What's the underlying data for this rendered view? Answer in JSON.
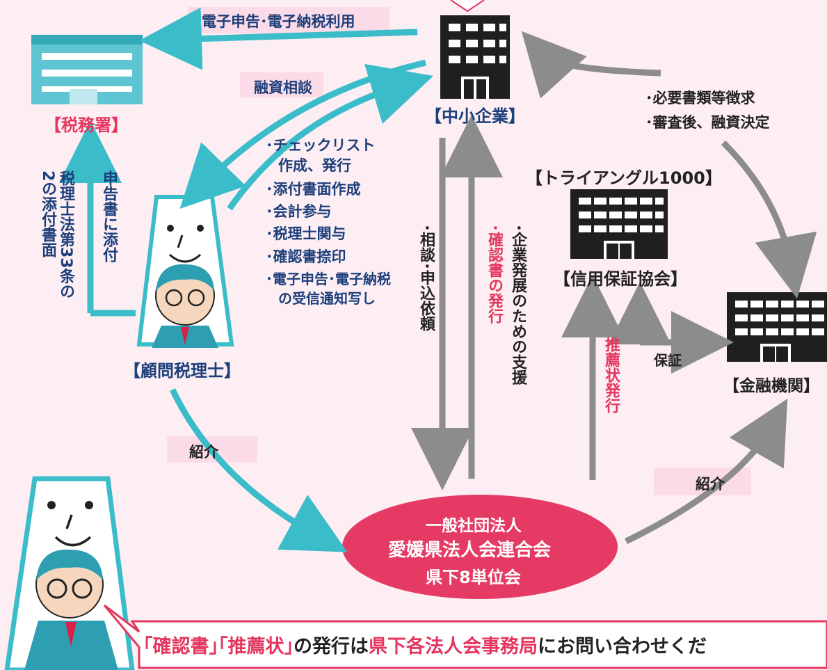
{
  "nodes": {
    "tax_office": "【税務署】",
    "sme": "【中小企業】",
    "advisor": "【顧問税理士】",
    "triangle": "【トライアングル1000】",
    "guarantee": "【信用保証協会】",
    "bank": "【金融機関】",
    "association": [
      "一般社団法人",
      "愛媛県法人会連合会",
      "県下8単位会"
    ]
  },
  "labels": {
    "e_filing": "電子申告･電子納税利用",
    "financing": "融資相談",
    "attach_vertical": "申告書に添付",
    "attach_law": [
      "税理士法第33条の",
      "2の添付書面"
    ],
    "support_items": [
      "･チェックリスト",
      "作成、発行",
      "･添付書面作成",
      "･会計参与",
      "･税理士関与",
      "･確認書捺印",
      "･電子申告･電子納税",
      "の受信通知写し"
    ],
    "consult": "･相談･申込依頼",
    "confirm_issue": "･確認書の発行",
    "enterprise_support": "･企業発展のための支援",
    "bank_items": [
      "･必要書類等徴求",
      "･審査後、融資決定"
    ],
    "recommend": "推薦状発行",
    "guarantee_label": "保証",
    "intro_left": "紹介",
    "intro_right": "紹介"
  },
  "banner": {
    "q1": "｢確認書｣",
    "q2": "｢推薦状｣",
    "mid": "の発行は",
    "office": "県下各法人会事務局",
    "tail": "にお問い合わせくだ"
  },
  "colors": {
    "teal": "#3bbcc9",
    "gray": "#8c8c8c",
    "navy": "#1c3f7a",
    "pink": "#e5365f",
    "bg": "#fdeef4"
  }
}
